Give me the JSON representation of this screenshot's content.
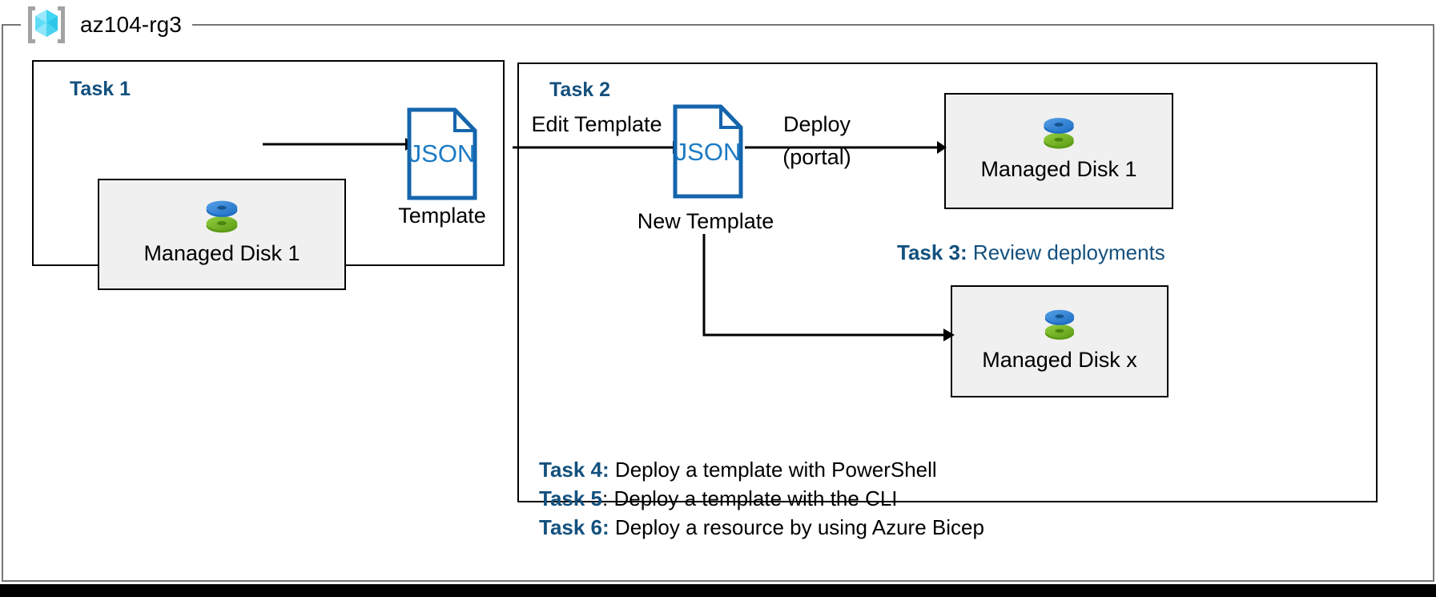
{
  "resource_group": {
    "name": "az104-rg3",
    "icon": "azure-resource-group-icon"
  },
  "task1": {
    "heading": "Task 1",
    "resource": {
      "label": "Managed Disk 1",
      "icon": "managed-disk-icon"
    },
    "template": {
      "doc_text": "JSON",
      "caption": "Template",
      "icon": "json-document-icon"
    },
    "arrow_label": ""
  },
  "task2": {
    "heading": "Task 2",
    "edit_label": "Edit Template",
    "template": {
      "doc_text": "JSON",
      "caption": "New Template",
      "icon": "json-document-icon"
    },
    "deploy_label_line1": "Deploy",
    "deploy_label_line2": "(portal)",
    "deployed_resource": {
      "label": "Managed Disk 1",
      "icon": "managed-disk-icon"
    },
    "scaled_resource": {
      "label": "Managed Disk x",
      "icon": "managed-disk-icon"
    }
  },
  "notes": {
    "task3": {
      "key": "Task 3:",
      "desc": " Review deployments"
    },
    "task4": {
      "key": "Task 4:",
      "desc": " Deploy a template with PowerShell"
    },
    "task5": {
      "key": "Task 5",
      "desc": ": Deploy a template with the CLI"
    },
    "task6": {
      "key": "Task 6:",
      "desc": " Deploy a resource by using Azure Bicep"
    }
  },
  "colors": {
    "task_blue": "#13507e",
    "json_blue": "#1668b8",
    "json_border": "#1565ad",
    "frame_gray": "#767676",
    "box_fill": "#f0f0f0",
    "disk_blue": "#3b8ddd",
    "disk_green": "#7ab929",
    "cube_cyan": "#4fd4f5",
    "bracket_gray": "#a0a0a0"
  }
}
